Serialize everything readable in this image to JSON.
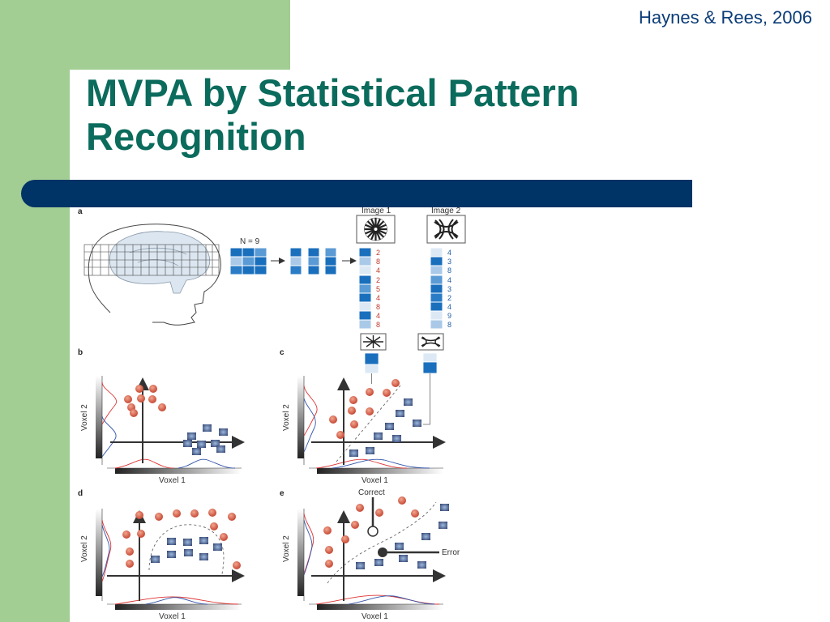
{
  "slide": {
    "citation": "Haynes & Rees, 2006",
    "title_line1": "MVPA by Statistical Pattern",
    "title_line2": "Recognition",
    "colors": {
      "green": "#a2cd93",
      "bar": "#003366",
      "title": "#0b6b5c",
      "citation": "#0b3c78"
    }
  },
  "figure": {
    "panel_labels": [
      "a",
      "b",
      "c",
      "d",
      "e"
    ],
    "n_label": "N = 9",
    "image1_label": "Image 1",
    "image2_label": "Image 2",
    "image1_numbers": [
      "2",
      "8",
      "4",
      "2",
      "5",
      "4",
      "8",
      "4",
      "8"
    ],
    "image2_numbers": [
      "4",
      "3",
      "8",
      "4",
      "3",
      "2",
      "4",
      "9",
      "8"
    ],
    "axis_voxel1": "Voxel 1",
    "axis_voxel2": "Voxel 2",
    "correct_label": "Correct",
    "error_label": "Error"
  }
}
